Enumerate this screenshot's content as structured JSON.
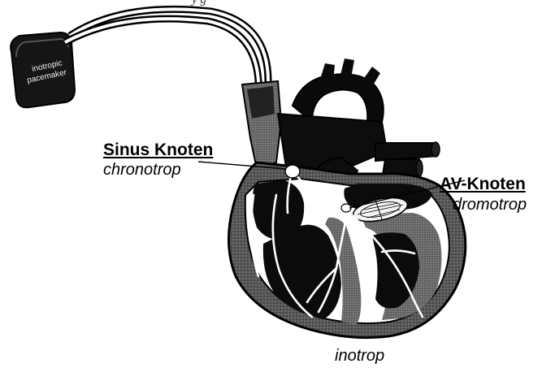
{
  "header_fragment": "y      g       ~~ ~~",
  "device": {
    "line1": "inotropic",
    "line2": "pacemaker"
  },
  "labels": {
    "sinus_title": "Sinus Knoten",
    "sinus_sub": "chronotrop",
    "av_title": "AV-Knoten",
    "av_sub": "dromotrop",
    "bottom": "inotrop"
  }
}
